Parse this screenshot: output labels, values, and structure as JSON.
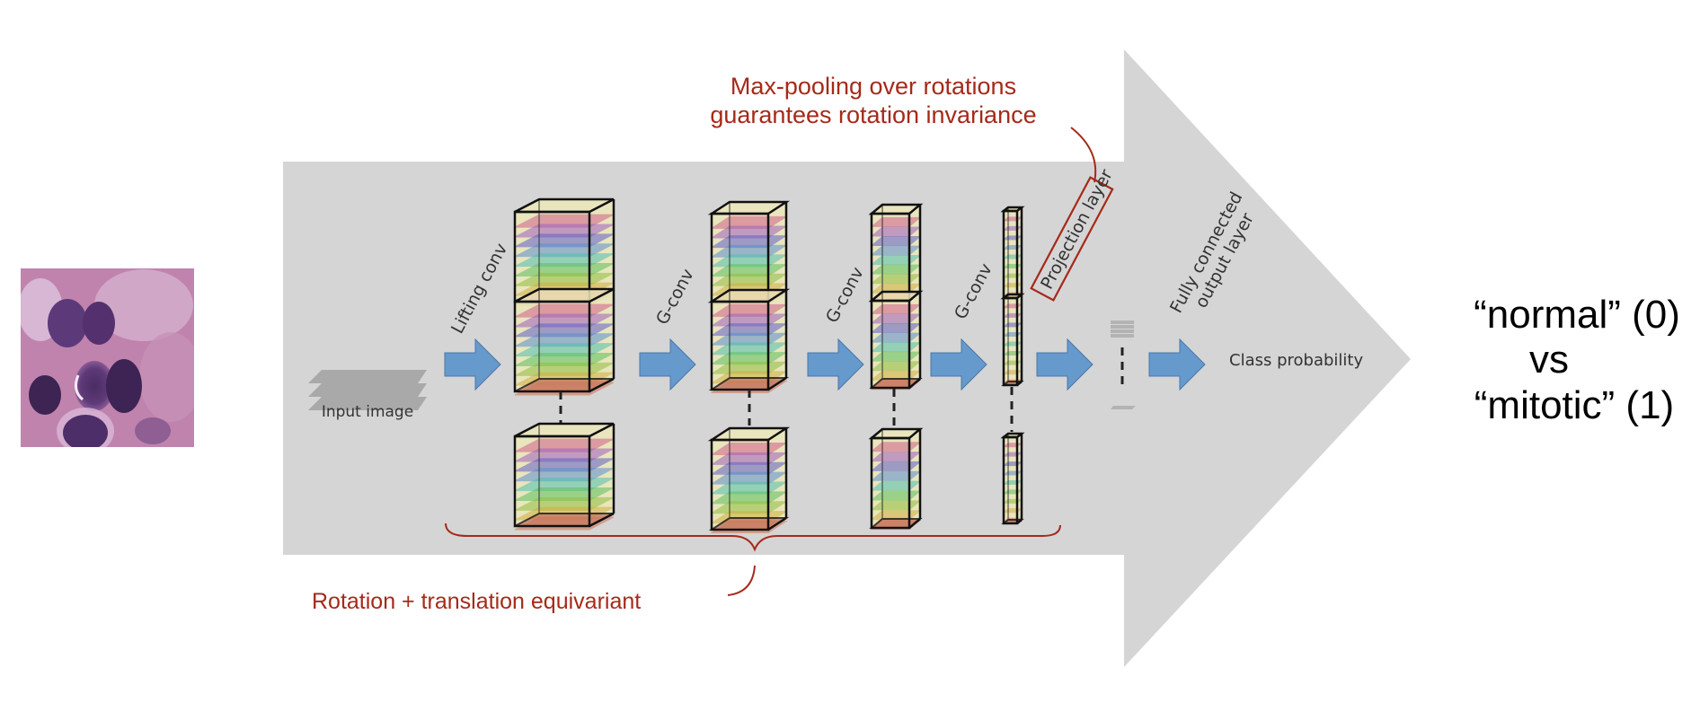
{
  "input": {
    "patch_name": "histology-patch",
    "label": "Input image"
  },
  "stages": [
    {
      "op": "Lifting conv"
    },
    {
      "op": "G-conv"
    },
    {
      "op": "G-conv"
    },
    {
      "op": "G-conv"
    }
  ],
  "projection": {
    "label": "Projection layer"
  },
  "fc": {
    "line1": "Fully connected",
    "line2": "output layer"
  },
  "output": {
    "label": "Class probability"
  },
  "annotations": {
    "maxpool_line1": "Max-pooling over rotations",
    "maxpool_line2": "guarantees rotation invariance",
    "equivariant": "Rotation + translation equivariant"
  },
  "classes": {
    "line1": "“normal” (0)",
    "line2": "vs",
    "line3": "“mitotic” (1)"
  },
  "colors": {
    "arrow_bg": "#d5d5d5",
    "flow_arrow": "#6699cc",
    "annotation": "#a52a1a",
    "layer_colors": [
      "#d0608a",
      "#a060c0",
      "#6060c8",
      "#5b8fd0",
      "#50c0b0",
      "#5cc060",
      "#90c040",
      "#d0b040",
      "#d07050"
    ]
  }
}
